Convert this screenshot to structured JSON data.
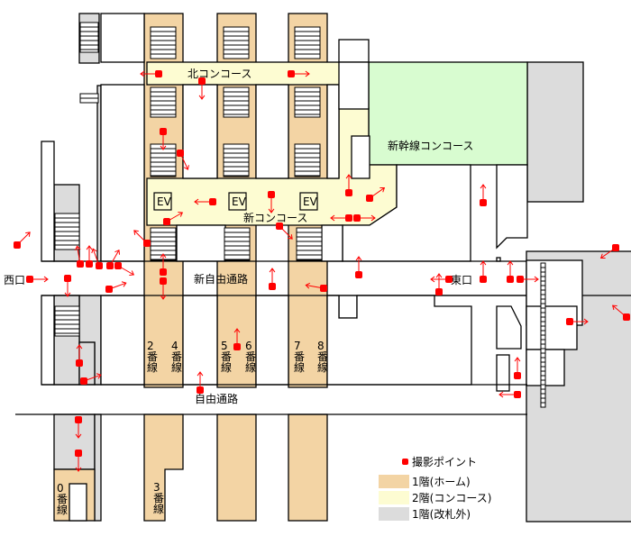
{
  "labels": {
    "north_concourse": "北コンコース",
    "new_concourse": "新コンコース",
    "shinkansen_concourse": "新幹線コンコース",
    "new_free_passage": "新自由通路",
    "free_passage": "自由通路",
    "west_exit": "西口",
    "east_exit": "東口",
    "ev": "EV"
  },
  "tracks": {
    "t0": [
      "0",
      "番",
      "線"
    ],
    "t2": [
      "2",
      "番",
      "線"
    ],
    "t3": [
      "3",
      "番",
      "線"
    ],
    "t4": [
      "4",
      "番",
      "線"
    ],
    "t5": [
      "5",
      "番",
      "線"
    ],
    "t6": [
      "6",
      "番",
      "線"
    ],
    "t7": [
      "7",
      "番",
      "線"
    ],
    "t8": [
      "8",
      "番",
      "線"
    ]
  },
  "legend": {
    "point": "撮影ポイント",
    "platform": "1階(ホーム)",
    "concourse": "2階(コンコース)",
    "outside_gate": "1階(改札外)"
  },
  "colors": {
    "platform": "#F3D4A4",
    "concourse": "#FDFCD2",
    "shinkansen": "#D8FCD0",
    "outside_gate": "#DCDCDC",
    "point": "#FF0000"
  }
}
